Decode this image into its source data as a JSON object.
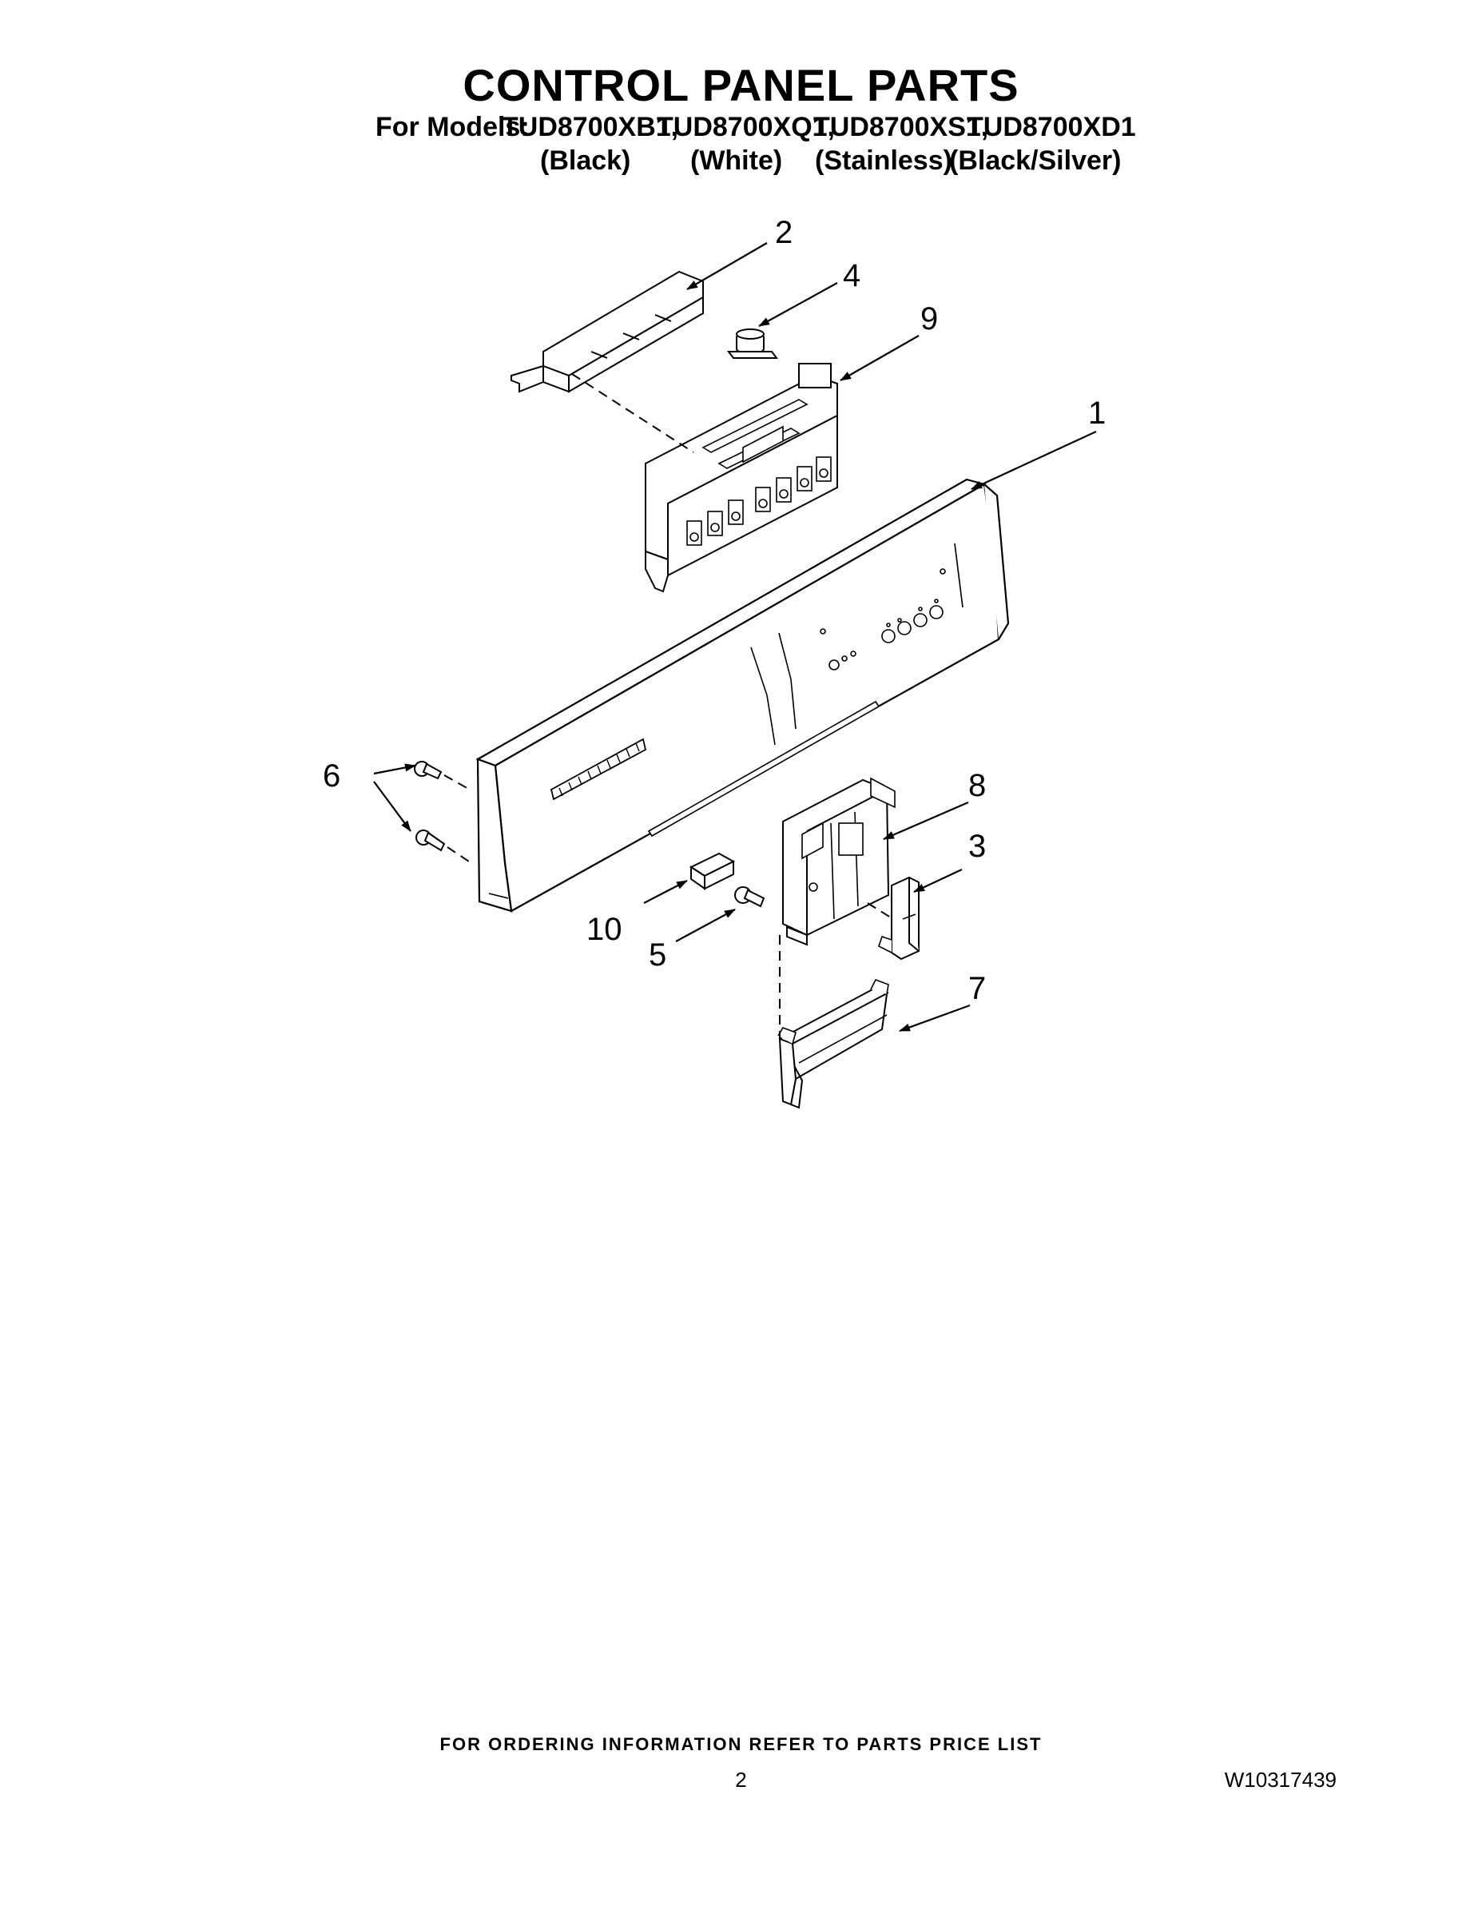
{
  "header": {
    "title": "CONTROL PANEL PARTS",
    "models_prefix": "For Models:",
    "models": [
      "TUD8700XB1,",
      "TUD8700XQ1,",
      "TUD8700XS1,",
      "TUD8700XD1"
    ],
    "colors": [
      "(Black)",
      "(White)",
      "(Stainless)",
      "(Black/Silver)"
    ]
  },
  "callouts": {
    "c1": "1",
    "c2": "2",
    "c3": "3",
    "c4": "4",
    "c5": "5",
    "c6": "6",
    "c7": "7",
    "c8": "8",
    "c9": "9",
    "c10": "10"
  },
  "footer": {
    "note": "FOR ORDERING INFORMATION REFER TO PARTS PRICE LIST",
    "page_number": "2",
    "document_number": "W10317439"
  }
}
